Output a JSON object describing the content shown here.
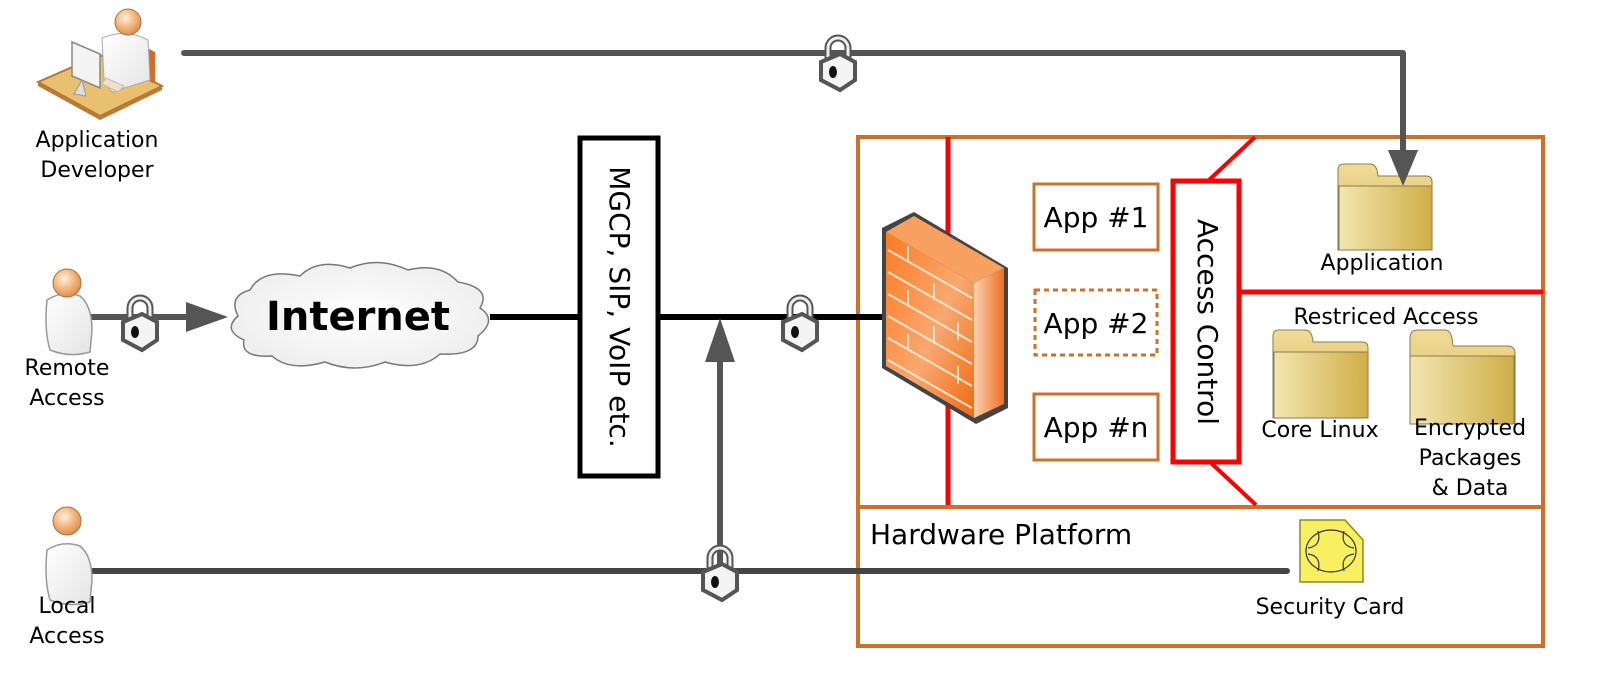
{
  "actors": {
    "app_developer": {
      "line1": "Application",
      "line2": "Developer"
    },
    "remote_access": {
      "line1": "Remote",
      "line2": "Access"
    },
    "local_access": {
      "line1": "Local",
      "line2": "Access"
    }
  },
  "internet": {
    "label": "Internet"
  },
  "protocol_box": {
    "label": "MGCP, SIP, VoIP etc."
  },
  "device": {
    "apps": [
      {
        "label": "App #1",
        "style": "solid"
      },
      {
        "label": "App #2",
        "style": "dashed"
      },
      {
        "label": "App #n",
        "style": "solid"
      }
    ],
    "access_control": {
      "label": "Access Control"
    },
    "application_folder": {
      "label": "Application"
    },
    "restricted_area": {
      "label": "Restriced Access"
    },
    "core_linux_folder": {
      "label": "Core Linux"
    },
    "encrypted_folder": {
      "line1": "Encrypted",
      "line2": "Packages",
      "line3": "& Data"
    },
    "hardware_platform": {
      "label": "Hardware Platform"
    },
    "security_card": {
      "label": "Security Card"
    }
  },
  "colors": {
    "device_border": "#d07028",
    "security_red": "#ff0000",
    "connector_gray": "#555555",
    "connector_black": "#000000",
    "firewall_orange": "#f07830",
    "folder_gold": "#d8c070",
    "card_yellow": "#f8f060"
  }
}
